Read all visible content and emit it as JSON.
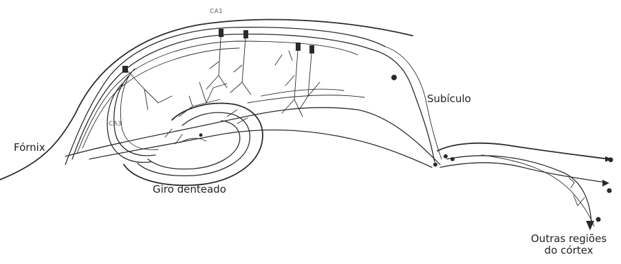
{
  "labels": {
    "ca1": "CA1",
    "ca3": "CA3",
    "subiculo": "Subículo",
    "fornix": "Fórnix",
    "giro_denteado": "Giro denteado",
    "cortex_line1": "Outras regiões",
    "cortex_line2": "do córtex"
  },
  "colors": {
    "line": "#2a2a2a",
    "text": "#222222",
    "background": "#ffffff"
  }
}
